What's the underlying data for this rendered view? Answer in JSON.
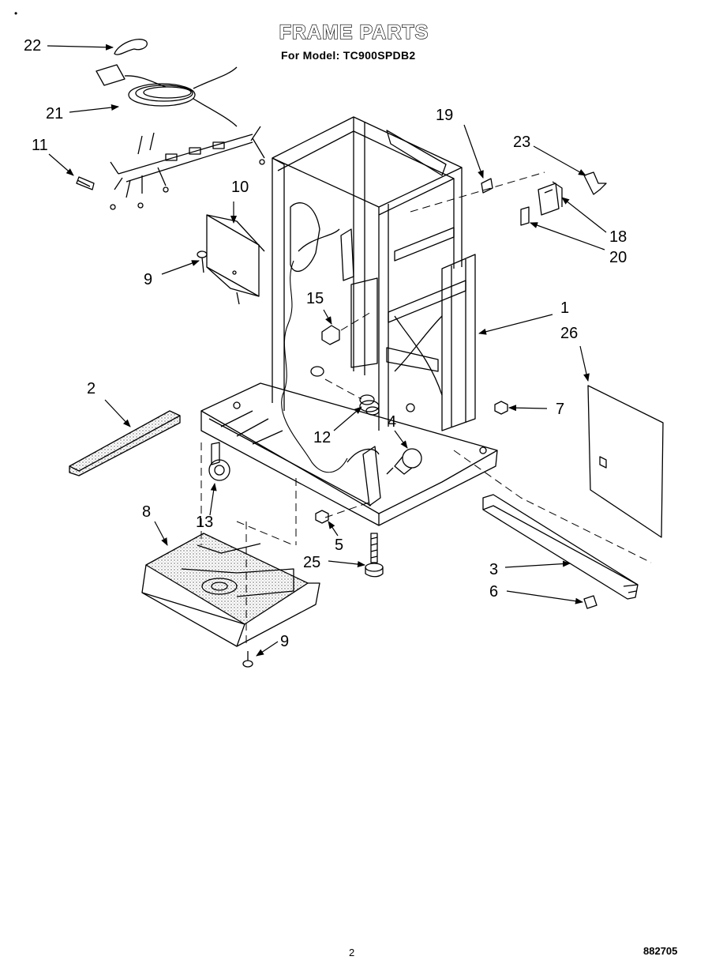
{
  "header": {
    "title": "FRAME PARTS",
    "subtitle": "For Model: TC900SPDB2",
    "corner_mark": "•"
  },
  "footer": {
    "page_number": "2",
    "doc_number": "882705"
  },
  "callouts": {
    "c1": "1",
    "c2": "2",
    "c3": "3",
    "c4": "4",
    "c5": "5",
    "c6": "6",
    "c7": "7",
    "c8": "8",
    "c9a": "9",
    "c9b": "9",
    "c10": "10",
    "c11": "11",
    "c12": "12",
    "c13": "13",
    "c15": "15",
    "c18": "18",
    "c19": "19",
    "c20": "20",
    "c21": "21",
    "c22": "22",
    "c23": "23",
    "c25": "25",
    "c26": "26"
  },
  "colors": {
    "ink": "#000000",
    "paper": "#ffffff",
    "stipple": "#bdbdbd"
  }
}
